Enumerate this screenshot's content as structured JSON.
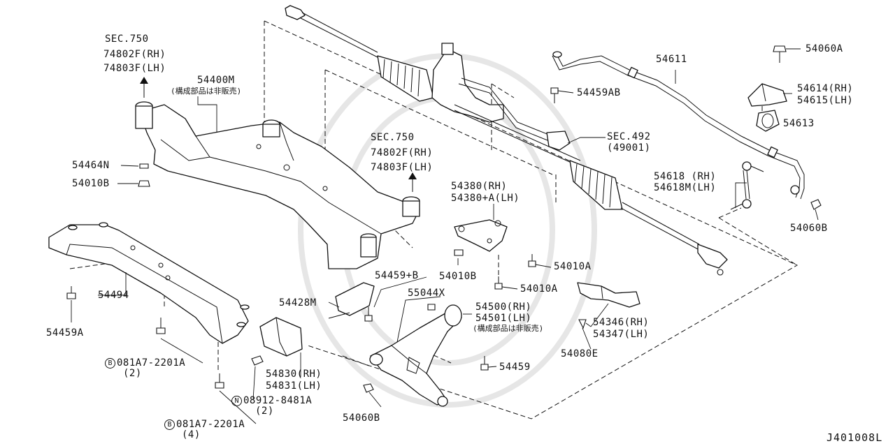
{
  "diagram": {
    "code": "J401008L",
    "labels": {
      "sec750_a": "SEC.750",
      "rh_74802f_a": "74802F(RH)",
      "lh_74803f_a": "74803F(LH)",
      "p54400m": "54400M",
      "not_sold_a": "(構成部品は非販売)",
      "p54464n": "54464N",
      "p54010b_a": "54010B",
      "p54494": "54494",
      "p54459a": "54459A",
      "b081a7_a": "081A7-2201A",
      "qty2_a": "(2)",
      "b081a7_b": "081A7-2201A",
      "qty4": "(4)",
      "n08912": "08912-8481A",
      "qty2_b": "(2)",
      "p54830": "54830(RH)",
      "p54831": "54831(LH)",
      "p54428m": "54428M",
      "p54459b": "54459+B",
      "p55044x": "55044X",
      "p54500": "54500(RH)",
      "p54501": "54501(LH)",
      "not_sold_b": "(構成部品は非販売)",
      "p54459": "54459",
      "p54060b_a": "54060B",
      "sec750_b": "SEC.750",
      "rh_74802f_b": "74802F(RH)",
      "lh_74803f_b": "74803F(LH)",
      "p54380": "54380(RH)",
      "p54380a": "54380+A(LH)",
      "p54010b_b": "54010B",
      "p54010a_a": "54010A",
      "p54010a_b": "54010A",
      "p54459ab": "54459AB",
      "sec492": "SEC.492",
      "p49001": "(49001)",
      "p54611": "54611",
      "p54060a": "54060A",
      "p54614": "54614(RH)",
      "p54615": "54615(LH)",
      "p54613": "54613",
      "p54618": "54618 (RH)",
      "p54618m": "54618M(LH)",
      "p54060b_b": "54060B",
      "p54346": "54346(RH)",
      "p54347": "54347(LH)",
      "p54080e": "54080E"
    },
    "prefixes": {
      "b": "B",
      "n": "N"
    }
  }
}
